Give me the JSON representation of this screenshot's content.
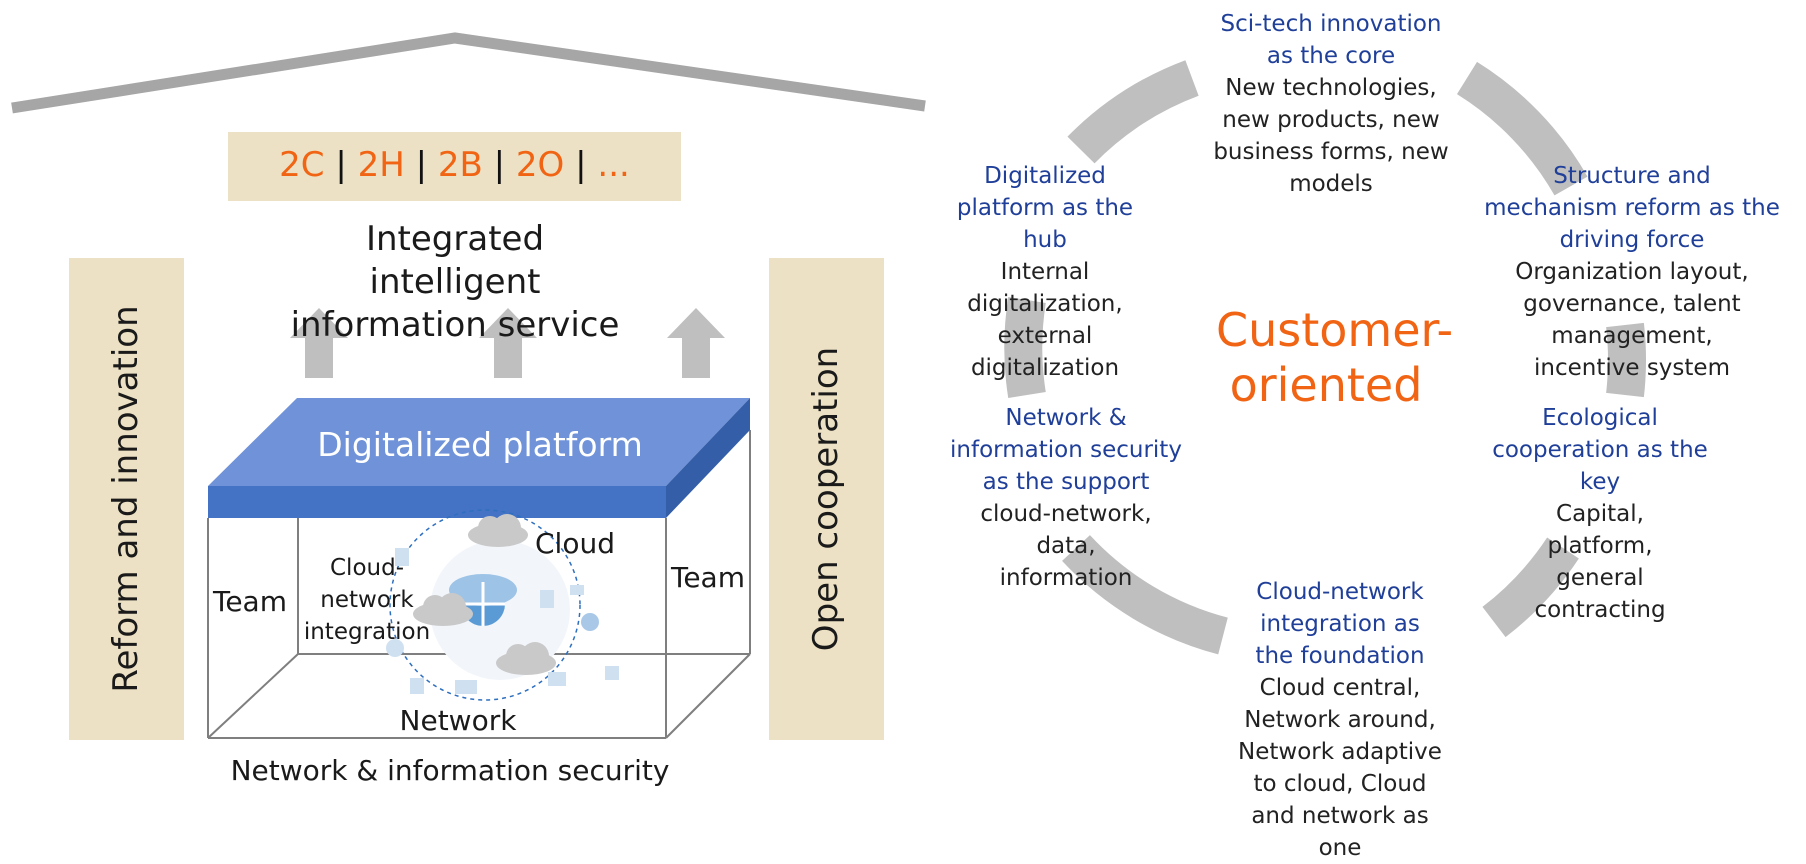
{
  "house": {
    "channels": [
      "2C",
      "2H",
      "2B",
      "2O",
      "..."
    ],
    "service_title": "Integrated intelligent information service",
    "left_pillar": "Reform and innovation",
    "right_pillar": "Open cooperation",
    "platform_label": "Digitalized platform",
    "team_left": "Team",
    "team_right": "Team",
    "cloud_label": "Cloud",
    "cloud_network_label": "Cloud-network integration",
    "network_label": "Network",
    "security_label": "Network & information security"
  },
  "wheel": {
    "center": "Customer-oriented",
    "items": [
      {
        "title": "Sci-tech innovation as the core",
        "body": "New technologies, new products, new business forms, new models"
      },
      {
        "title": "Structure and mechanism reform as the driving force",
        "body": "Organization layout, governance, talent management, incentive system"
      },
      {
        "title": "Ecological cooperation as the key",
        "body": "Capital, platform, general contracting"
      },
      {
        "title": "Cloud-network integration as the foundation",
        "body": "Cloud central, Network around, Network adaptive to cloud, Cloud and network as one"
      },
      {
        "title": "Network & information security as the support",
        "body": "cloud-network, data, information"
      },
      {
        "title": "Digitalized platform as the hub",
        "body": "Internal digitalization, external digitalization"
      }
    ]
  },
  "colors": {
    "orange": "#f06414",
    "navy": "#1f3f99",
    "beige": "#ece1c4",
    "platform_blue": "#4472c4",
    "arrow_gray": "#bfbfbf"
  }
}
